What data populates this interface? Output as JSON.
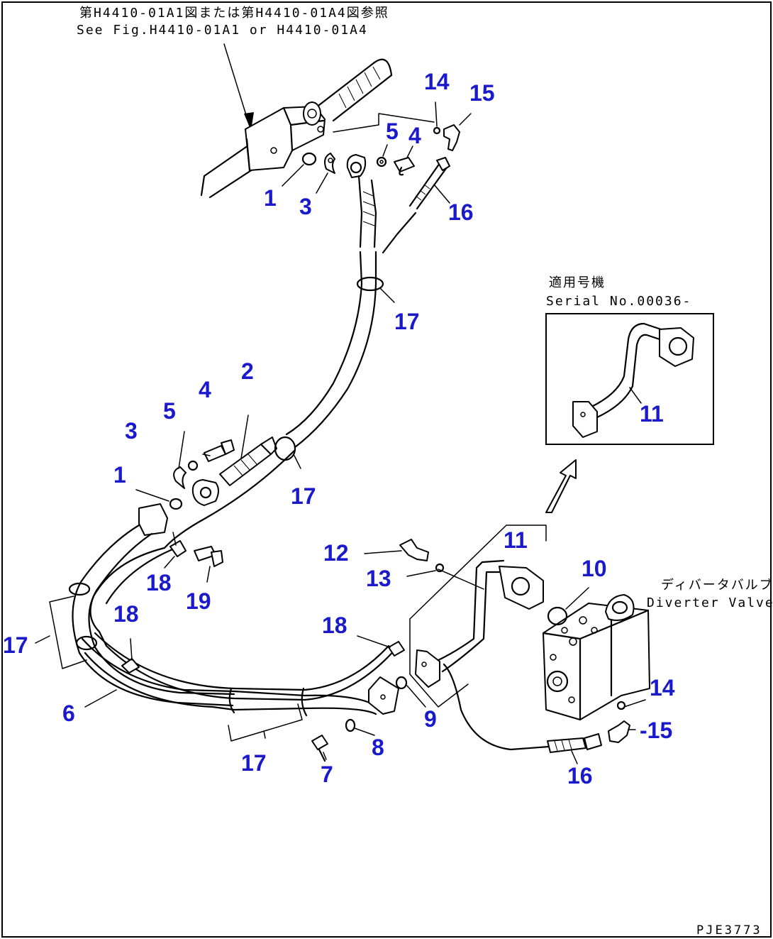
{
  "header": {
    "note_jp": "第H4410-01A1図または第H4410-01A4図参照",
    "note_en": "See Fig.H4410-01A1 or H4410-01A4"
  },
  "inset": {
    "label_jp": "適用号機",
    "label_en": "Serial No.00036-"
  },
  "diverter": {
    "label_jp": "ディバータバルブ",
    "label_en": "Diverter Valve"
  },
  "drawing_code": "PJE3773",
  "callouts": {
    "c1a": "1",
    "c3a": "3",
    "c5a": "5",
    "c4a": "4",
    "c14a": "14",
    "c15a": "15",
    "c16a": "16",
    "c17a": "17",
    "c2": "2",
    "c4b": "4",
    "c5b": "5",
    "c3b": "3",
    "c1b": "1",
    "c17b": "17",
    "c18a": "18",
    "c19": "19",
    "c17c": "17",
    "c18b": "18",
    "c6": "6",
    "c17d": "17",
    "c7": "7",
    "c8": "8",
    "c9": "9",
    "c18c": "18",
    "c12": "12",
    "c13": "13",
    "c11a": "11",
    "c10": "10",
    "c14b": "14",
    "c15b": "-15",
    "c16b": "16",
    "c11b": "11"
  }
}
